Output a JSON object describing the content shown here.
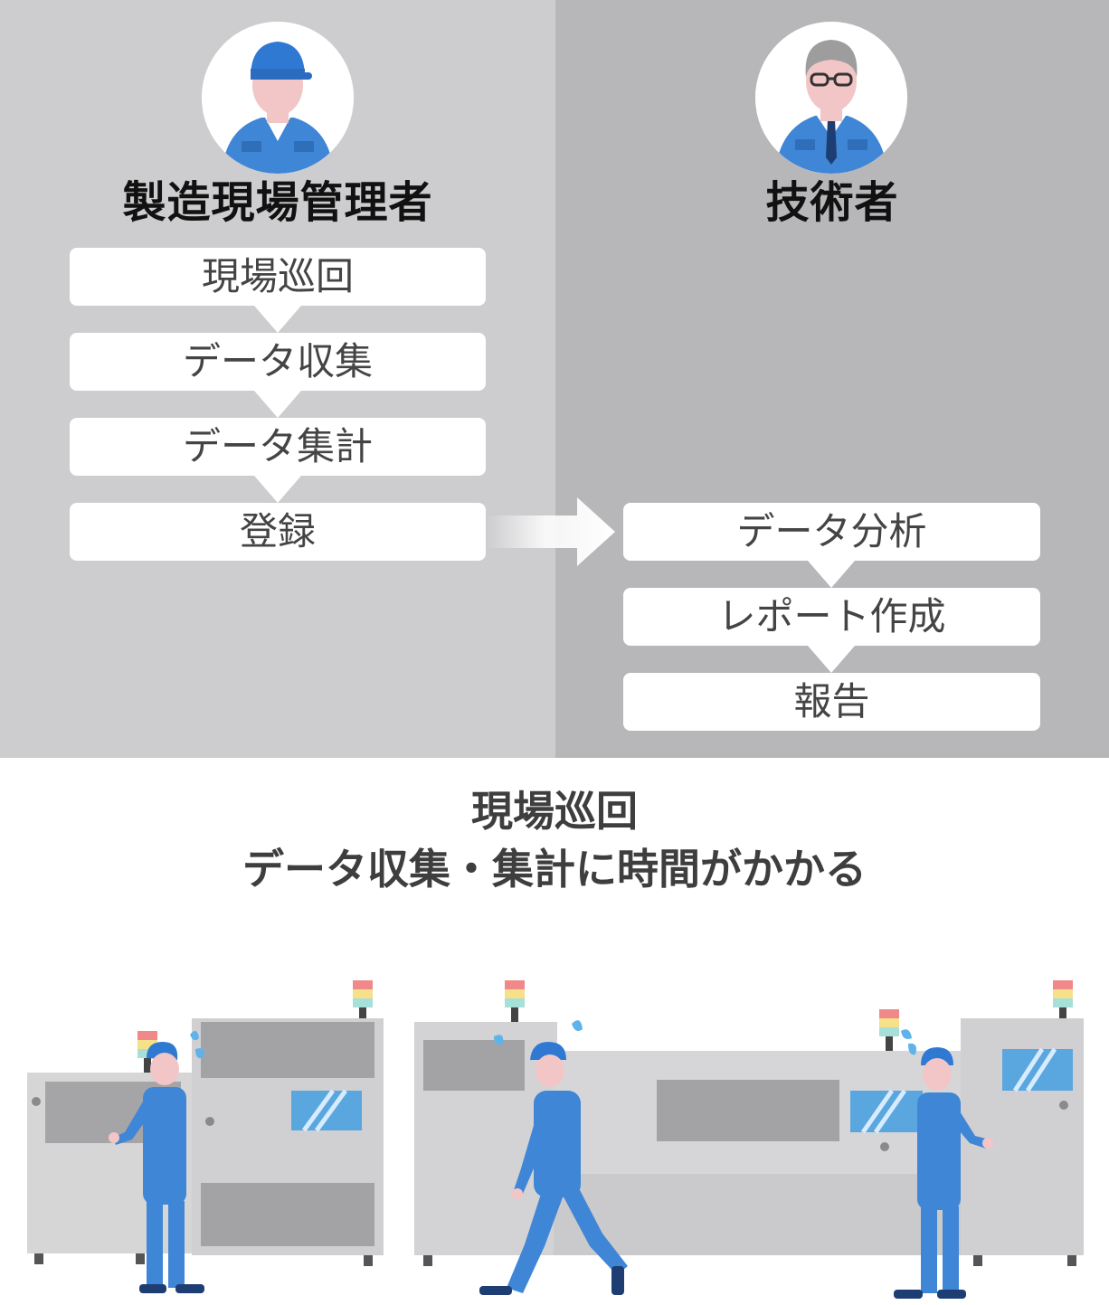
{
  "colors": {
    "panel_left": "#cdcdcf",
    "panel_right": "#b7b7b9",
    "uniform_blue": "#3f86d6",
    "machine_gray": "#cccccc"
  },
  "manager": {
    "title": "製造現場管理者",
    "avatar_icon": "worker-cap-avatar",
    "steps": [
      "現場巡回",
      "データ収集",
      "データ集計",
      "登録"
    ]
  },
  "engineer": {
    "title": "技術者",
    "avatar_icon": "engineer-glasses-avatar",
    "steps": [
      "データ分析",
      "レポート作成",
      "報告"
    ]
  },
  "handoff_icon": "right-arrow-icon",
  "caption": {
    "line1": "現場巡回",
    "line2": "データ収集・集計に時間がかかる"
  },
  "illustration": "factory-workers-patrolling-machines"
}
